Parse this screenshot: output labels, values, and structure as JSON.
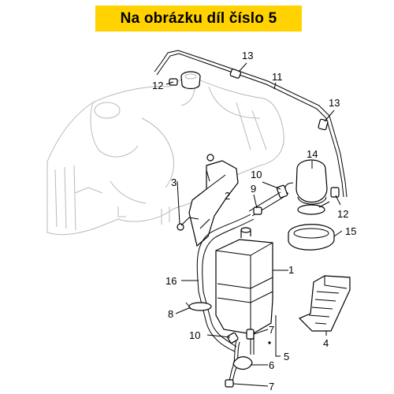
{
  "banner": {
    "text": "Na obrázku díl číslo 5",
    "background": "#ffd200"
  },
  "callouts": {
    "c1": "1",
    "c2": "2",
    "c3": "3",
    "c4": "4",
    "c5": "5",
    "c6": "6",
    "c7a": "7",
    "c7b": "7",
    "c8": "8",
    "c9": "9",
    "c10a": "10",
    "c10b": "10",
    "c11": "11",
    "c12a": "12",
    "c12b": "12",
    "c13a": "13",
    "c13b": "13",
    "c14": "14",
    "c15": "15",
    "c16": "16"
  }
}
